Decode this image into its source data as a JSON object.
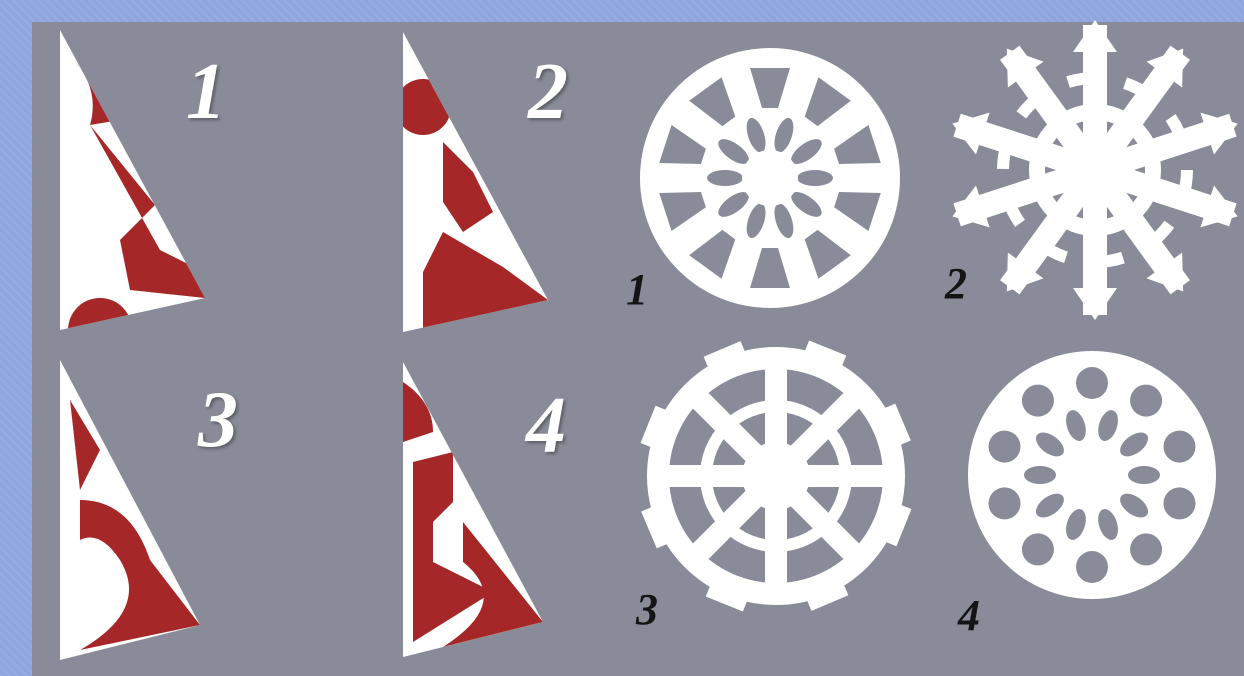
{
  "colors": {
    "background_blue": "#8ea6de",
    "panel_gray": "#898c98",
    "paper_white": "#ffffff",
    "fold_red": "#a52727"
  },
  "folded_patterns": [
    {
      "number": "1"
    },
    {
      "number": "2"
    },
    {
      "number": "3"
    },
    {
      "number": "4"
    }
  ],
  "snowflakes": [
    {
      "number": "1"
    },
    {
      "number": "2"
    },
    {
      "number": "3"
    },
    {
      "number": "4"
    }
  ]
}
